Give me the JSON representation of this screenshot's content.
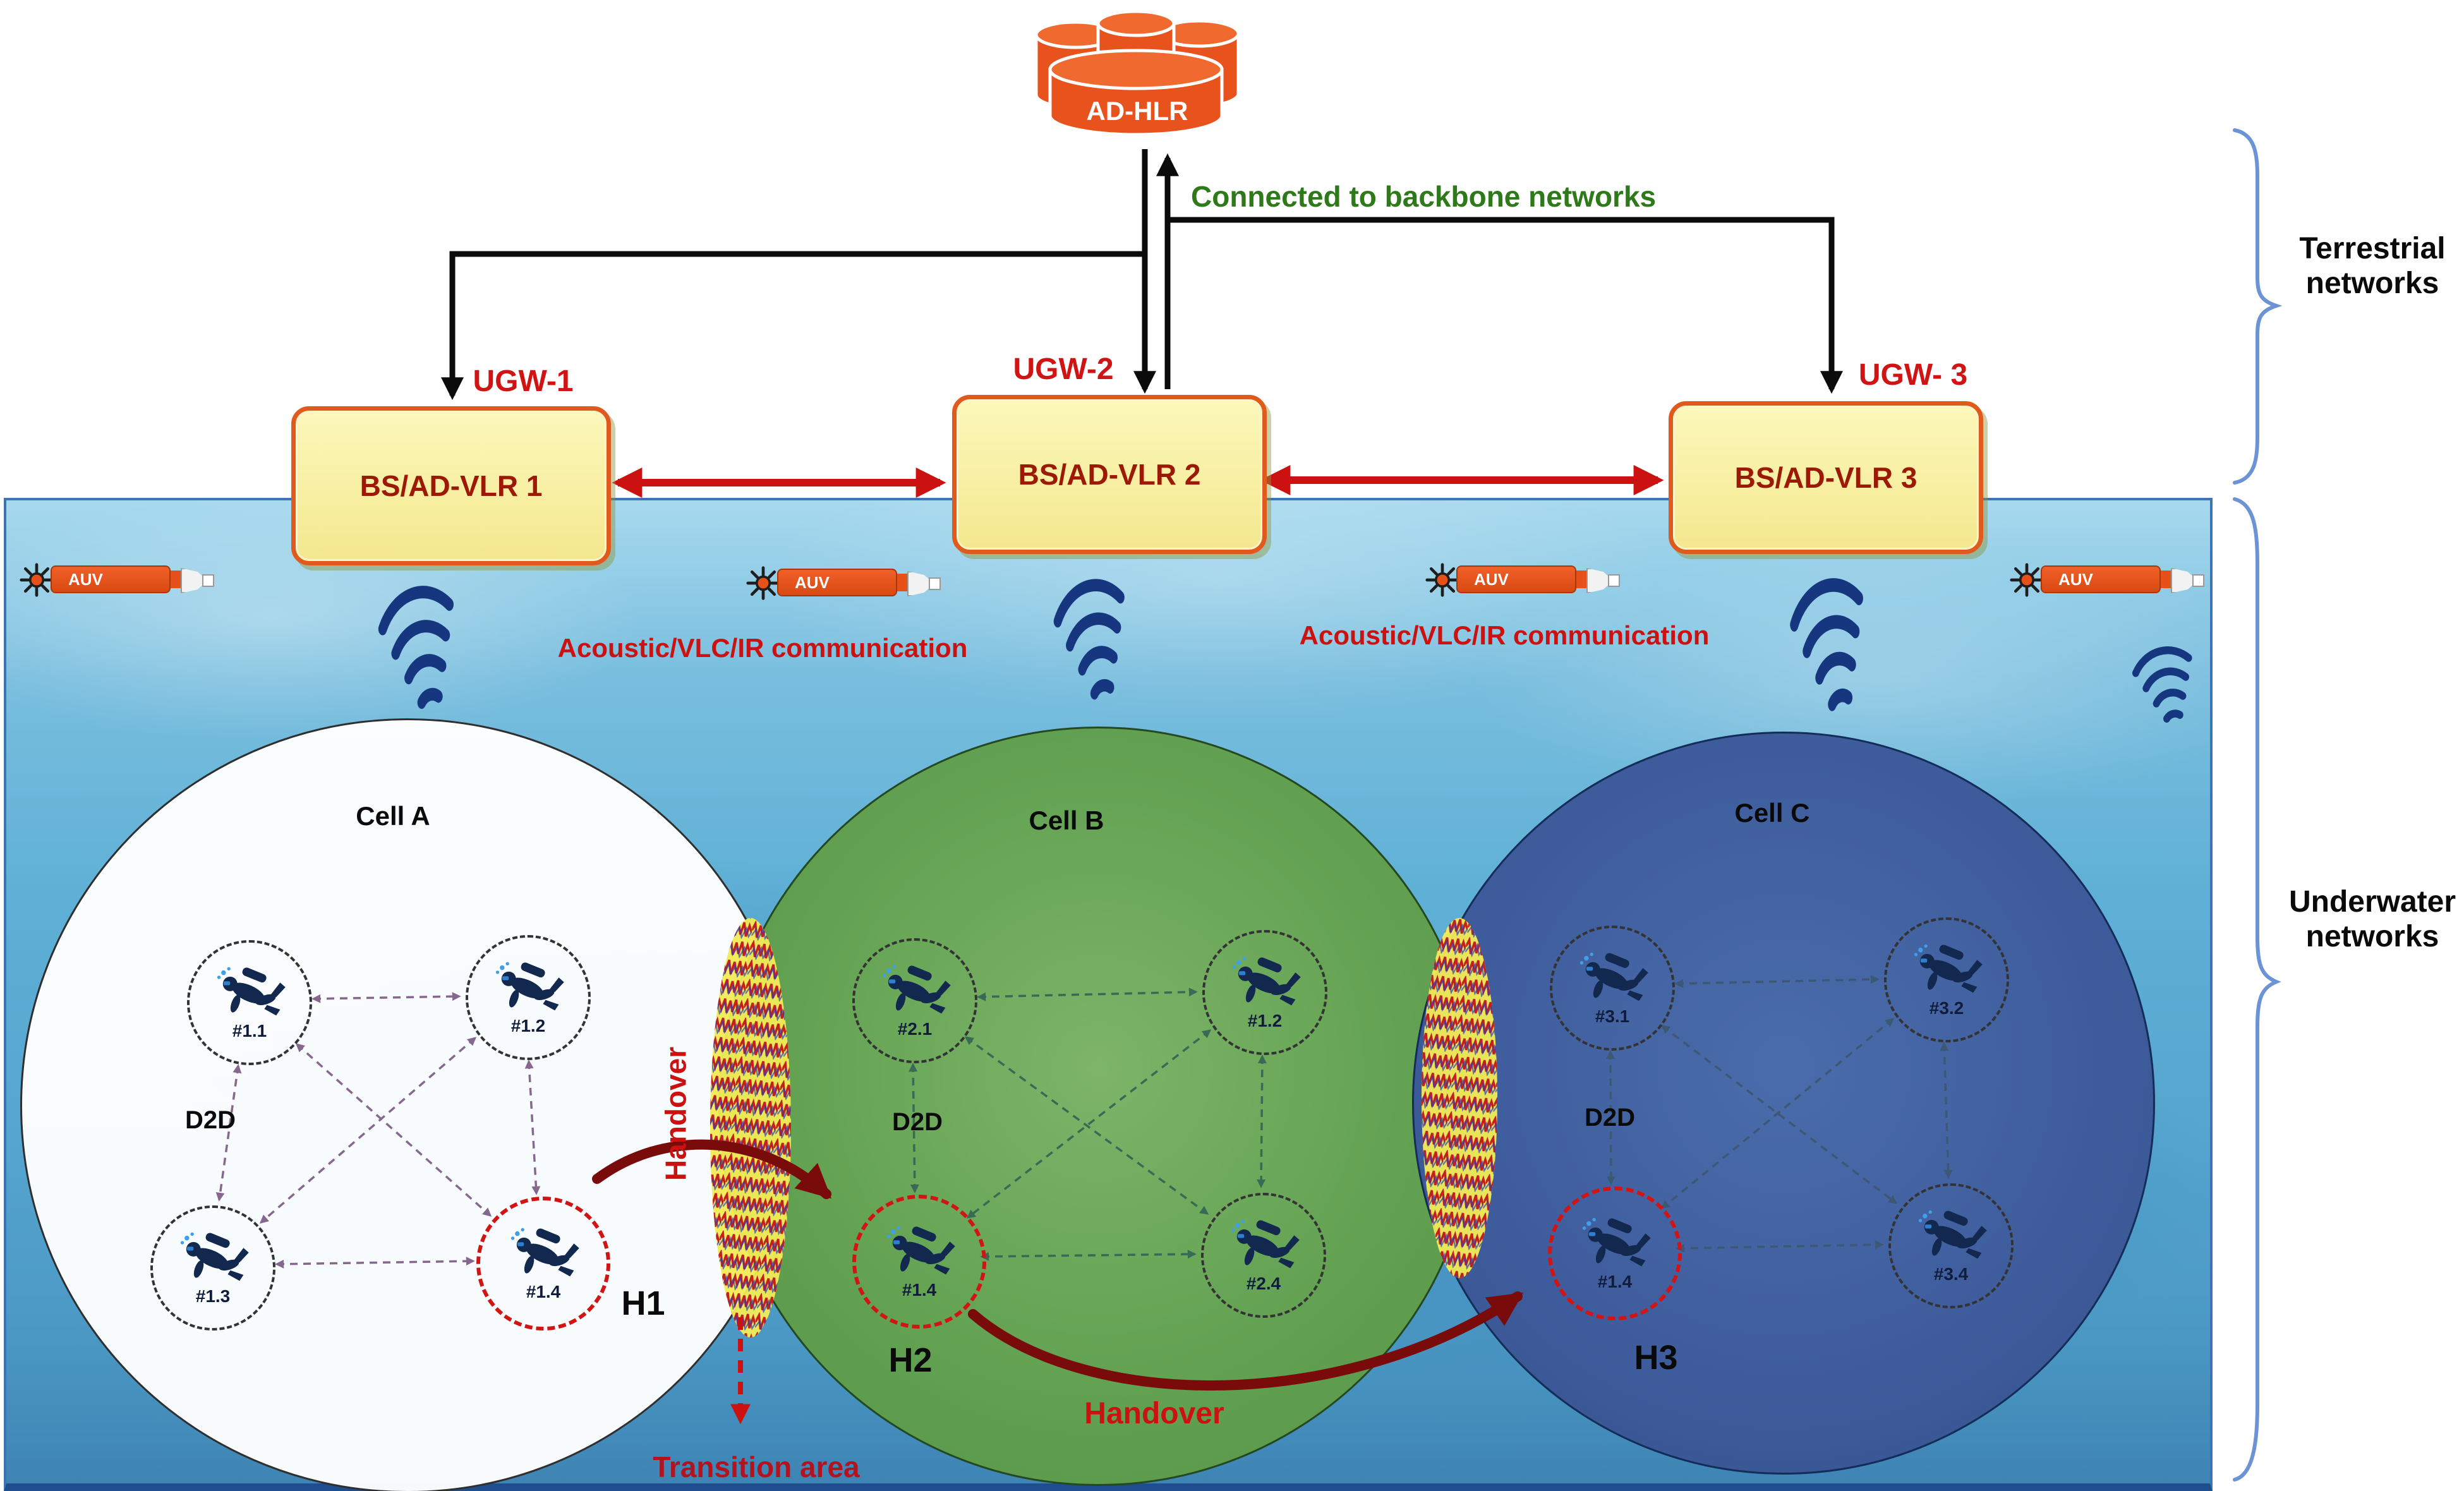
{
  "top": {
    "adhlr_label": "AD-HLR",
    "backbone_label": "Connected to backbone networks",
    "ugw_labels": [
      "UGW-1",
      "UGW-2",
      "UGW- 3"
    ],
    "bs_labels": [
      "BS/AD-VLR 1",
      "BS/AD-VLR 2",
      "BS/AD-VLR 3"
    ]
  },
  "side": {
    "terrestrial": "Terrestrial networks",
    "underwater": "Underwater networks"
  },
  "water": {
    "auv_label": "AUV",
    "acoustic_labels": [
      "Acoustic/VLC/IR communication",
      "Acoustic/VLC/IR communication"
    ]
  },
  "cells": [
    {
      "name": "Cell A",
      "d2d": "D2D",
      "h": "H1",
      "divers": [
        {
          "id": "#1.1"
        },
        {
          "id": "#1.2"
        },
        {
          "id": "#1.3"
        },
        {
          "id": "#1.4"
        }
      ]
    },
    {
      "name": "Cell B",
      "d2d": "D2D",
      "h": "H2",
      "divers": [
        {
          "id": "#2.1"
        },
        {
          "id": "#1.2"
        },
        {
          "id": "#1.4"
        },
        {
          "id": "#2.4"
        }
      ]
    },
    {
      "name": "Cell C",
      "d2d": "D2D",
      "h": "H3",
      "divers": [
        {
          "id": "#3.1"
        },
        {
          "id": "#3.2"
        },
        {
          "id": "#1.4"
        },
        {
          "id": "#3.4"
        }
      ]
    }
  ],
  "handover": {
    "vertical": "Handover",
    "horizontal": "Handover",
    "transition": "Transition area"
  },
  "icons": {
    "adhlr": "database-cylinders-icon",
    "auv": "auv-torpedo-icon",
    "propeller": "propeller-icon",
    "signal": "acoustic-signal-icon",
    "diver": "scuba-diver-icon",
    "brace": "curly-brace",
    "transition_zone": "interference-scribble-zone"
  },
  "colors": {
    "accent_orange": "#e8521c",
    "label_red": "#cc1111",
    "backbone_green": "#2e7a1a",
    "dark_red_arrow": "#7a0b0b",
    "cell_b_green": "#63a252",
    "cell_c_blue": "#3f5d9d",
    "water_blue": "#55a5cf",
    "brace_blue": "#6b93d6",
    "box_yellow": "#f3e88f",
    "transition_yellow": "#f2ec55"
  }
}
